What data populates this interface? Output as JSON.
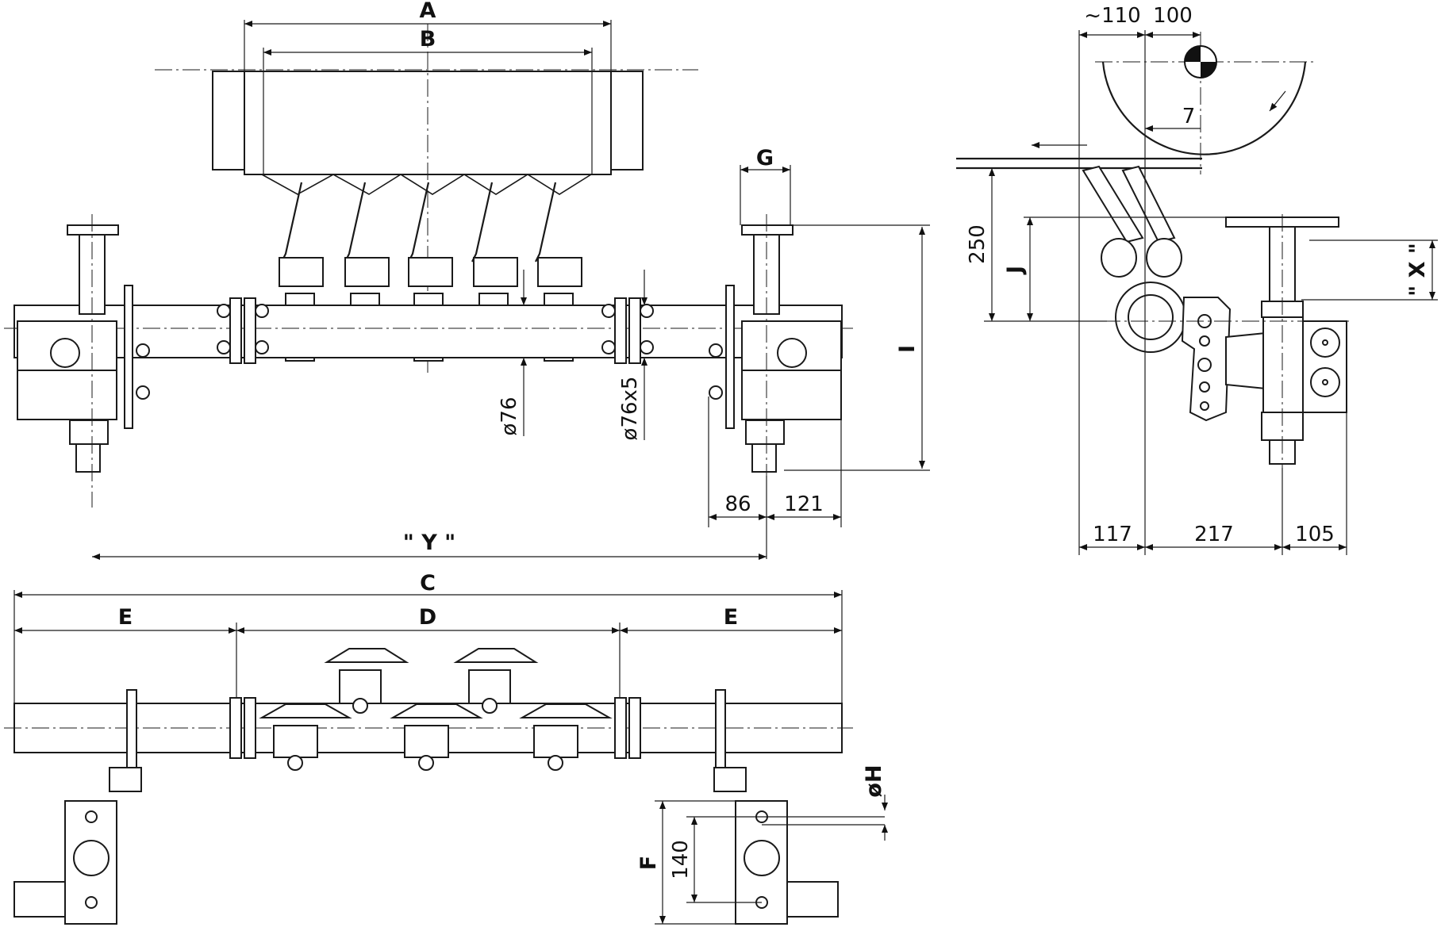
{
  "dimensions": {
    "A": "A",
    "B": "B",
    "C": "C",
    "D": "D",
    "E_left": "E",
    "E_right": "E",
    "F": "F",
    "G": "G",
    "H": "øH",
    "I": "I",
    "J": "J",
    "X": "\" X \"",
    "Y": "\" Y \"",
    "d76": "ø76",
    "d76x5": "ø76x5",
    "d86": "86",
    "d121": "121",
    "d140": "140",
    "d110": "~110",
    "d100": "100",
    "d7": "7",
    "d250": "250",
    "d117": "117",
    "d217": "217",
    "d105": "105"
  }
}
